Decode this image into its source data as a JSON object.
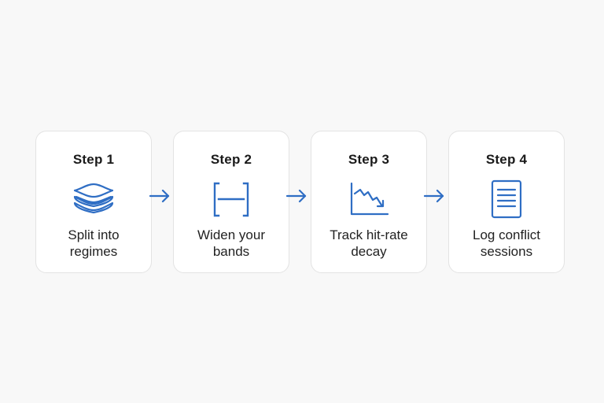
{
  "accent_color": "#2f6ec4",
  "steps": [
    {
      "title": "Step 1",
      "icon": "stacked-layers-icon",
      "label_line1": "Split into",
      "label_line2": "regimes"
    },
    {
      "title": "Step 2",
      "icon": "bracket-band-icon",
      "label_line1": "Widen your",
      "label_line2": "bands"
    },
    {
      "title": "Step 3",
      "icon": "declining-chart-icon",
      "label_line1": "Track hit-rate",
      "label_line2": "decay"
    },
    {
      "title": "Step 4",
      "icon": "document-list-icon",
      "label_line1": "Log conflict",
      "label_line2": "sessions"
    }
  ]
}
